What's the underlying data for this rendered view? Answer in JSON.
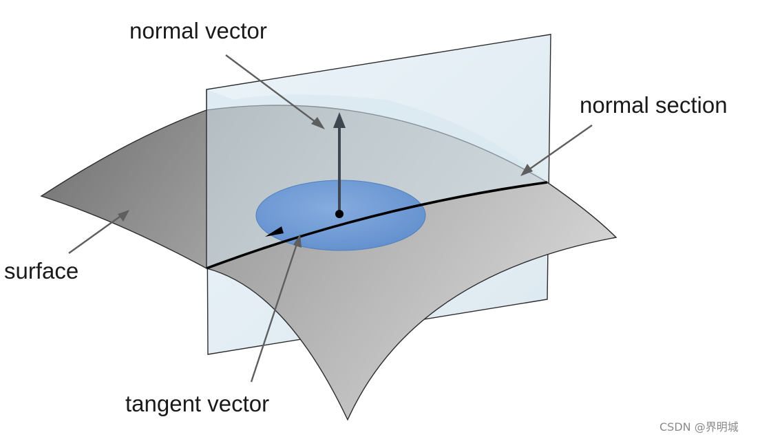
{
  "labels": {
    "normal_vector": "normal vector",
    "normal_section": "normal section",
    "surface": "surface",
    "tangent_vector": "tangent vector"
  },
  "watermark": "CSDN @界明城",
  "colors": {
    "surface_fill": "#a9a9a9",
    "plane_fill": "#e3eef4",
    "tangent_disk": "#6a96d4",
    "vector": "#3e4650",
    "section_curve": "#000000",
    "pointer": "#5e5e5e"
  }
}
